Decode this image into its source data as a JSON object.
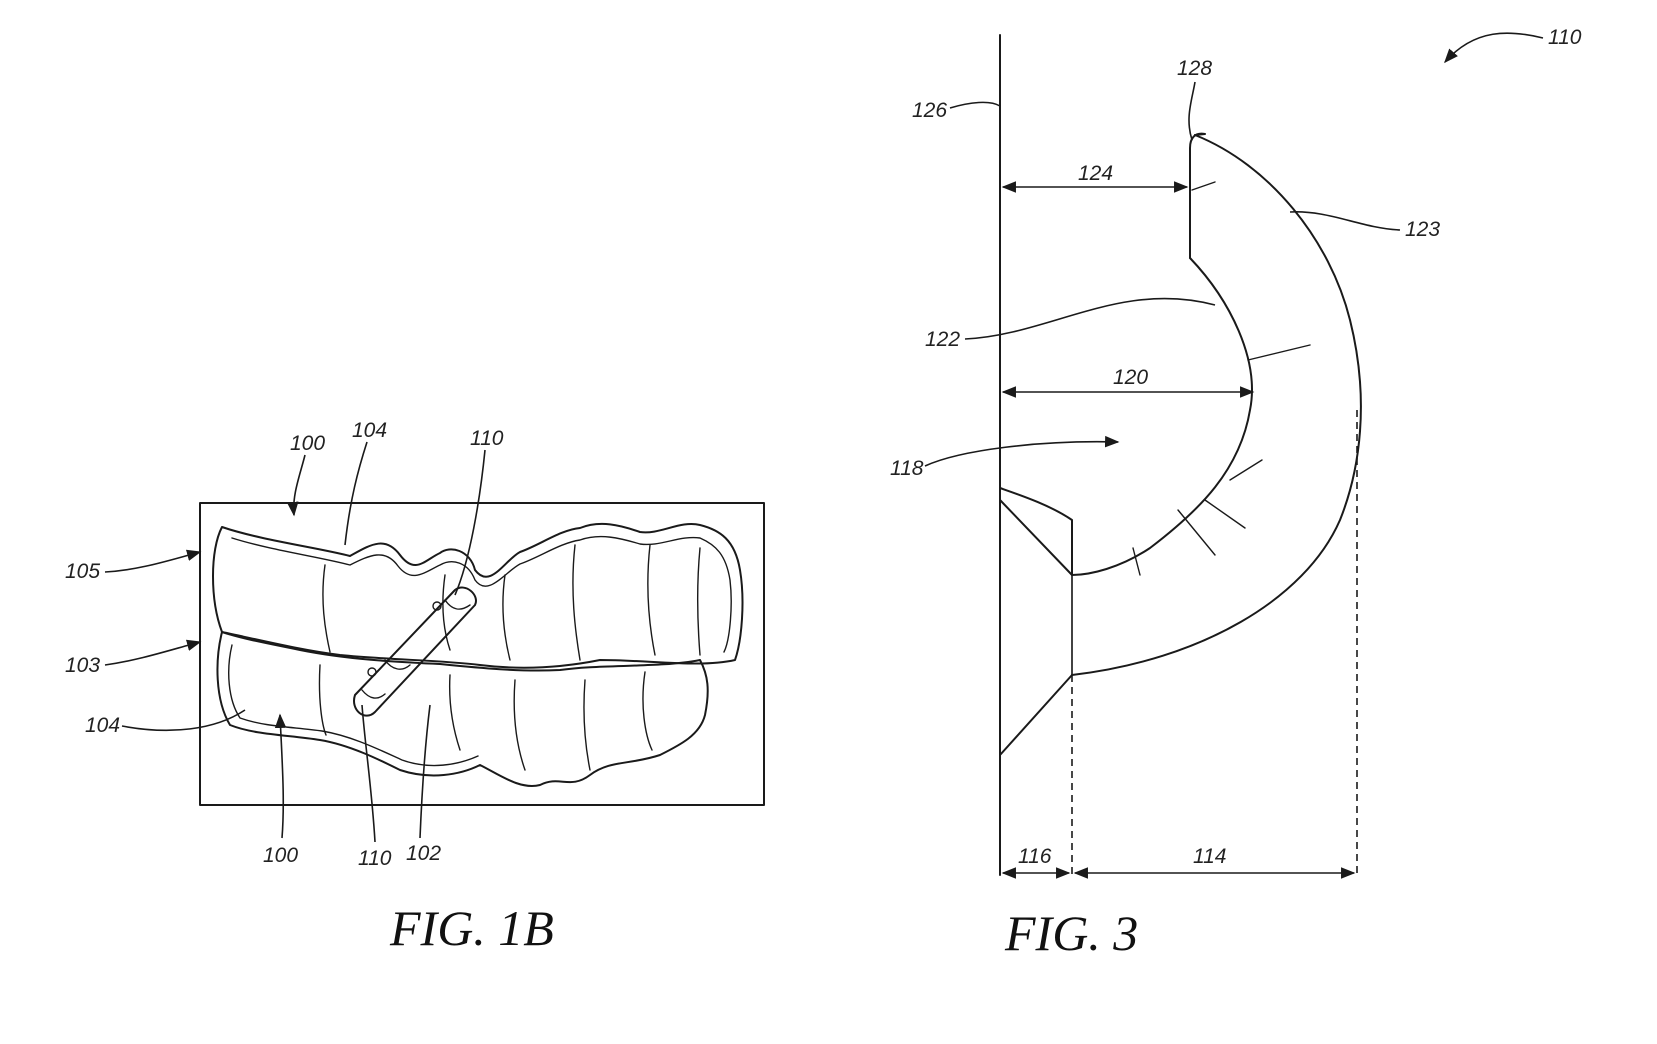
{
  "figures": [
    {
      "caption": "FIG. 1B",
      "refs": {
        "r100_top": "100",
        "r104_top": "104",
        "r110_top": "110",
        "r105": "105",
        "r103": "103",
        "r104_left": "104",
        "r100_bottom": "100",
        "r110_bottom": "110",
        "r102": "102"
      }
    },
    {
      "caption": "FIG. 3",
      "refs": {
        "r110": "110",
        "r128": "128",
        "r126": "126",
        "r124": "124",
        "r123": "123",
        "r122": "122",
        "r120": "120",
        "r118": "118",
        "r116": "116",
        "r114": "114"
      }
    }
  ]
}
